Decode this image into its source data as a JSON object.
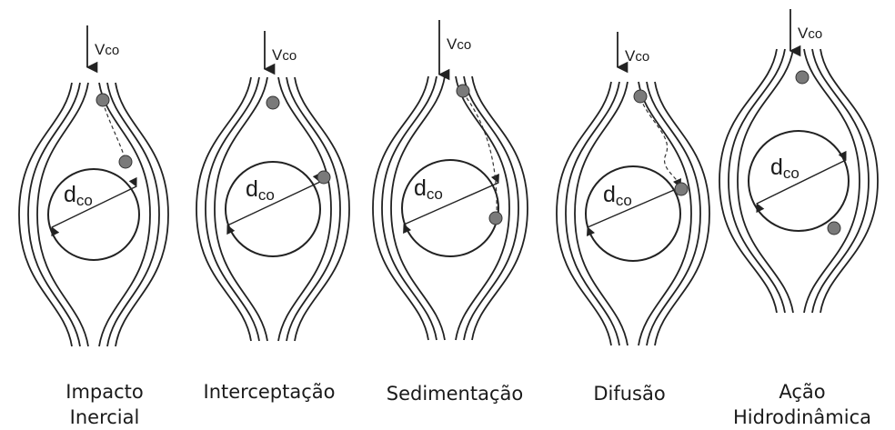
{
  "velocity_label": "V",
  "velocity_subscript": "co",
  "diameter_label": "d",
  "diameter_subscript": "co",
  "mechanisms": [
    {
      "label_lines": [
        "Impacto",
        "Inercial"
      ]
    },
    {
      "label_lines": [
        "Interceptação"
      ]
    },
    {
      "label_lines": [
        "Sedimentação"
      ]
    },
    {
      "label_lines": [
        "Difusão"
      ]
    },
    {
      "label_lines": [
        "Ação",
        "Hidrodinâmica"
      ]
    }
  ]
}
